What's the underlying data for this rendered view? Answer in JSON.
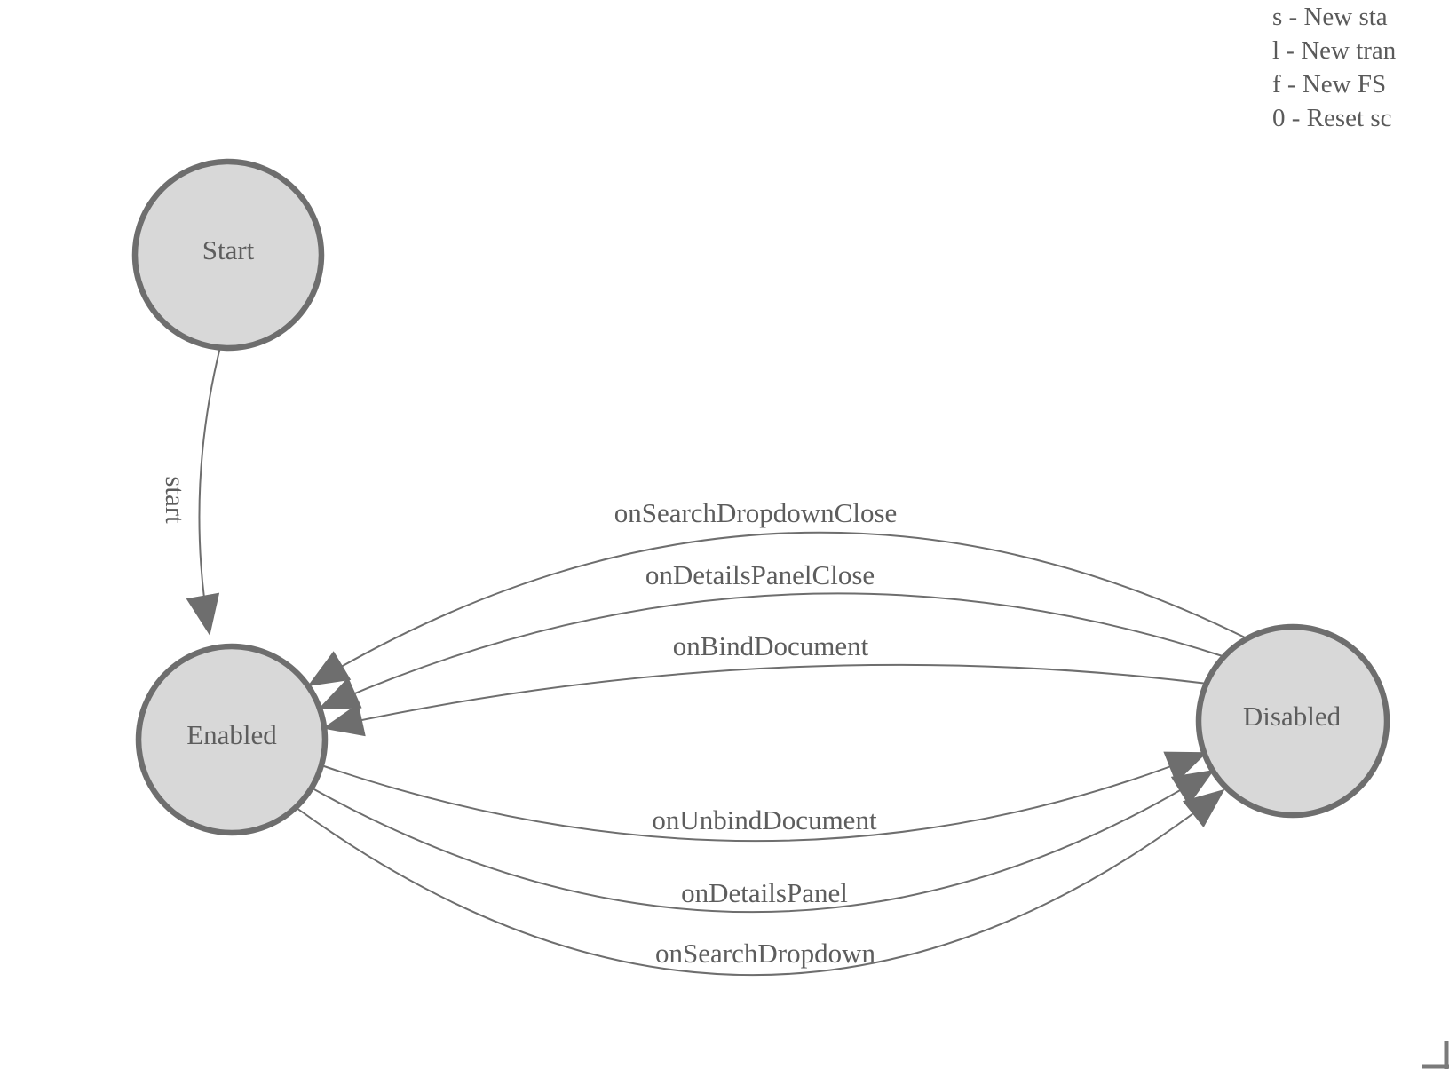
{
  "colors": {
    "node-fill": "#d8d8d8",
    "line": "#6e6e6e",
    "text": "#5d5d5d",
    "legend-text": "#5a5a5a",
    "corner": "#7a7a7a",
    "background": "#ffffff"
  },
  "diagram": {
    "type": "finite-state-machine",
    "nodes": [
      {
        "id": "start",
        "label": "Start"
      },
      {
        "id": "enabled",
        "label": "Enabled"
      },
      {
        "id": "disabled",
        "label": "Disabled"
      }
    ],
    "edges": [
      {
        "label": "start",
        "from": "Start",
        "to": "Enabled"
      },
      {
        "label": "onSearchDropdownClose",
        "from": "Disabled",
        "to": "Enabled"
      },
      {
        "label": "onDetailsPanelClose",
        "from": "Disabled",
        "to": "Enabled"
      },
      {
        "label": "onBindDocument",
        "from": "Disabled",
        "to": "Enabled"
      },
      {
        "label": "onUnbindDocument",
        "from": "Enabled",
        "to": "Disabled"
      },
      {
        "label": "onDetailsPanel",
        "from": "Enabled",
        "to": "Disabled"
      },
      {
        "label": "onSearchDropdown",
        "from": "Enabled",
        "to": "Disabled"
      }
    ]
  },
  "legend": {
    "lines": [
      "s - New sta",
      "l - New tran",
      "f - New FS",
      "0 - Reset sc"
    ]
  }
}
